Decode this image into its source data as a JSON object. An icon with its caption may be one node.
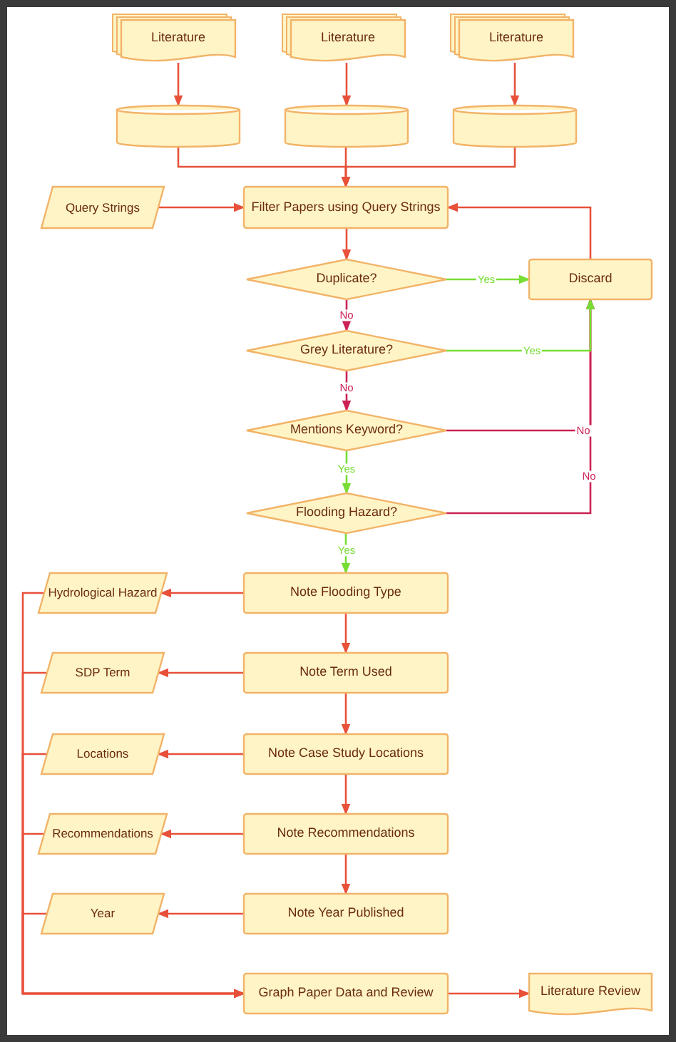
{
  "diagram": {
    "nodes": [
      {
        "text": [
          "Literature"
        ]
      },
      {
        "text": [
          "Literature"
        ]
      },
      {
        "text": [
          "Literature"
        ]
      },
      {
        "text": [],
        "shape": "cylinder"
      },
      {
        "text": [],
        "shape": "cylinder"
      },
      {
        "text": [],
        "shape": "cylinder"
      },
      {
        "text": [
          "Query Strings"
        ]
      },
      {
        "text": [
          "Filter Papers using Query Strings"
        ]
      },
      {
        "text": [
          "Duplicate?"
        ]
      },
      {
        "text": [
          "Discard"
        ]
      },
      {
        "text": [
          "Grey Literature?"
        ]
      },
      {
        "text": [
          "Mentions Keyword?"
        ]
      },
      {
        "text": [
          "Flooding Hazard?"
        ]
      },
      {
        "text": [
          "Note Flooding Type"
        ]
      },
      {
        "text": [
          "Hydrological Hazard"
        ]
      },
      {
        "text": [
          "Note Term Used"
        ]
      },
      {
        "text": [
          "SDP Term"
        ]
      },
      {
        "text": [
          "Note Case Study Locations"
        ]
      },
      {
        "text": [
          "Locations"
        ]
      },
      {
        "text": [
          "Note Recommendations"
        ]
      },
      {
        "text": [
          "Recommendations"
        ]
      },
      {
        "text": [
          "Note Year Published"
        ]
      },
      {
        "text": [
          "Year"
        ]
      },
      {
        "text": [
          "Graph Paper Data and Review"
        ]
      },
      {
        "text": [
          "Literature Review"
        ]
      }
    ],
    "edges": [
      {
        "from": 0,
        "to": 3,
        "arrow": "to"
      },
      {
        "from": 1,
        "to": 4,
        "arrow": "to"
      },
      {
        "from": 2,
        "to": 5,
        "arrow": "to"
      },
      {
        "from": 3,
        "to": 7,
        "arrow": "to"
      },
      {
        "from": 4,
        "to": 7,
        "arrow": "to"
      },
      {
        "from": 5,
        "to": 7,
        "arrow": "to"
      },
      {
        "from": 6,
        "to": 7,
        "arrow": "to"
      },
      {
        "from": 7,
        "to": 8,
        "arrow": "to"
      },
      {
        "from": 8,
        "to": 9,
        "arrow": "to",
        "label": "Yes",
        "color": "#77dd33"
      },
      {
        "from": 9,
        "to": 7,
        "arrow": "to"
      },
      {
        "from": 8,
        "to": 10,
        "arrow": "to",
        "label": "No",
        "color": "#cc2255"
      },
      {
        "from": 10,
        "to": 9,
        "arrow": "to",
        "label": "Yes",
        "color": "#77dd33"
      },
      {
        "from": 10,
        "to": 11,
        "arrow": "to",
        "label": "No",
        "color": "#cc2255"
      },
      {
        "from": 11,
        "to": 9,
        "arrow": "to",
        "label": "No",
        "color": "#cc2255"
      },
      {
        "from": 11,
        "to": 12,
        "arrow": "to",
        "label": "Yes",
        "color": "#77dd33"
      },
      {
        "from": 12,
        "to": 9,
        "arrow": "to",
        "label": "No",
        "color": "#cc2255"
      },
      {
        "from": 12,
        "to": 13,
        "arrow": "to",
        "label": "Yes",
        "color": "#77dd33"
      },
      {
        "from": 13,
        "to": 14,
        "arrow": "to"
      },
      {
        "from": 13,
        "to": 15,
        "arrow": "to"
      },
      {
        "from": 15,
        "to": 16,
        "arrow": "to"
      },
      {
        "from": 15,
        "to": 17,
        "arrow": "to"
      },
      {
        "from": 17,
        "to": 18,
        "arrow": "to"
      },
      {
        "from": 17,
        "to": 19,
        "arrow": "to"
      },
      {
        "from": 19,
        "to": 20,
        "arrow": "to"
      },
      {
        "from": 19,
        "to": 21,
        "arrow": "to"
      },
      {
        "from": 21,
        "to": 22,
        "arrow": "to"
      },
      {
        "from": 14,
        "to": 23,
        "arrow": "to"
      },
      {
        "from": 16,
        "to": 23,
        "arrow": "to"
      },
      {
        "from": 18,
        "to": 23,
        "arrow": "to"
      },
      {
        "from": 20,
        "to": 23,
        "arrow": "to"
      },
      {
        "from": 22,
        "to": 23,
        "arrow": "to"
      },
      {
        "from": 23,
        "to": 24,
        "arrow": "to"
      }
    ]
  }
}
